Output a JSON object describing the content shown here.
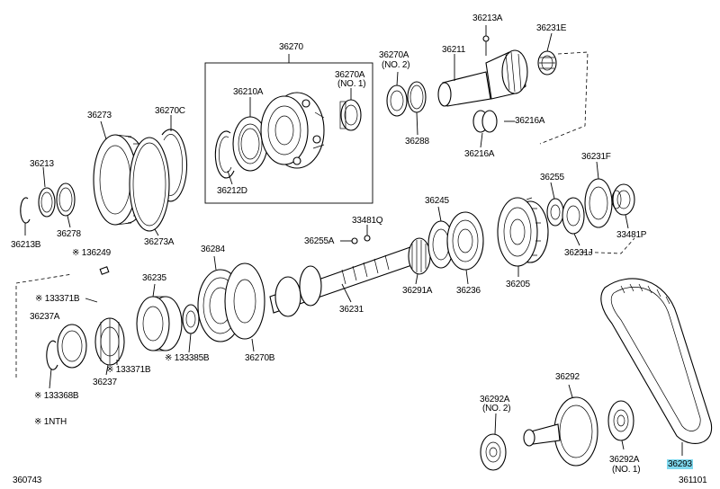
{
  "labels": {
    "p36270": "36270",
    "p36213A_top": "36213A",
    "p36231E": "36231E",
    "p36270A_no2": "36270A",
    "p36270A_no2_sub": "(NO. 2)",
    "p36211": "36211",
    "p36210A": "36210A",
    "p36270A_no1": "36270A",
    "p36270A_no1_sub": "(NO. 1)",
    "p36216A_a": "36216A",
    "p36288": "36288",
    "p36216A_b": "36216A",
    "p36212D": "36212D",
    "p36273": "36273",
    "p36270C": "36270C",
    "p36213": "36213",
    "p36278": "36278",
    "p36213B": "36213B",
    "p36273A": "36273A",
    "p136249": "※ 136249",
    "p33481Q": "33481Q",
    "p36245": "36245",
    "p36255": "36255",
    "p36231F": "36231F",
    "p36255A": "36255A",
    "p33481P": "33481P",
    "p36231J": "36231J",
    "p36284": "36284",
    "p36235": "36235",
    "p133371B_a": "※ 133371B",
    "p36237A": "36237A",
    "p36291A": "36291A",
    "p36236": "36236",
    "p36205": "36205",
    "p36231": "36231",
    "p133385B": "※ 133385B",
    "p36270B": "36270B",
    "p133371B_b": "※ 133371B",
    "p36237": "36237",
    "p133368B": "※ 133368B",
    "p1NTH": "※ 1NTH",
    "p36292": "36292",
    "p36292A_no2": "36292A",
    "p36292A_no2_sub": "(NO. 2)",
    "p36292A_no1": "36292A",
    "p36292A_no1_sub": "(NO. 1)",
    "p36293": "36293",
    "ref_left": "360743",
    "ref_right": "361101"
  },
  "colors": {
    "highlight": "#7fd8ee",
    "line": "#000000"
  }
}
